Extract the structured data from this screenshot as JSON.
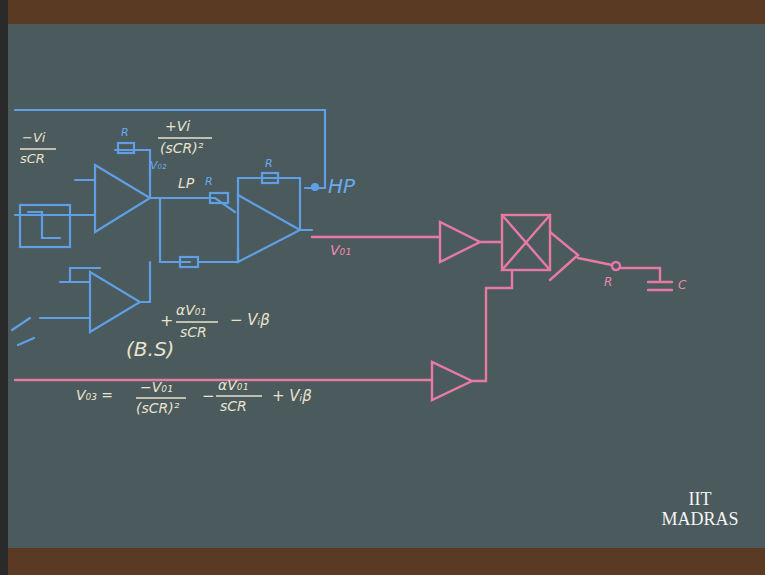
{
  "diagram": {
    "labels": [
      "−Vi",
      "sCR",
      "+Vi",
      "(sCR)²",
      "LP",
      "V₀₂",
      "HP",
      "V₀₁",
      "+",
      "αV₀₁",
      "sCR",
      "− Vᵢβ",
      "(B.S)",
      "V₀₃ =",
      "−V₀₁",
      "(sCR)²",
      "−",
      "αV₀₁",
      "sCR",
      "+ Vᵢβ",
      "R",
      "R",
      "R",
      "R",
      "C",
      "IIT MADRAS"
    ]
  }
}
